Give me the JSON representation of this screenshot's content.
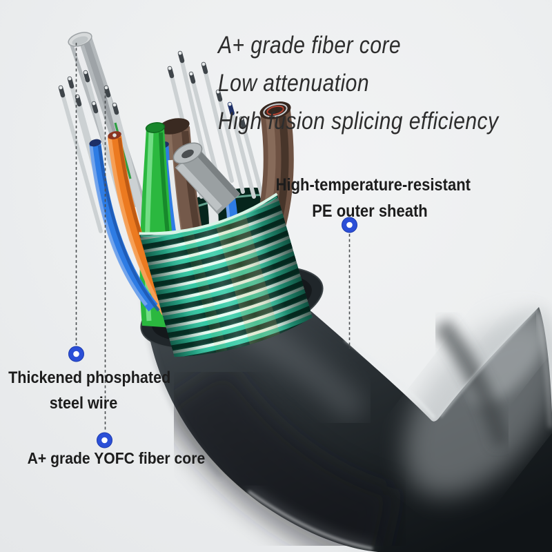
{
  "labels": {
    "features": [
      "A+ grade fiber core",
      "Low attenuation",
      "High fusion splicing efficiency"
    ],
    "pe": {
      "line1": "High-temperature-resistant",
      "line2": "PE outer sheath"
    },
    "steel": {
      "line1": "Thickened phosphated",
      "line2": "steel wire"
    },
    "fiber": {
      "line1": "A+ grade YOFC fiber core"
    }
  },
  "colors": {
    "background": "#edeff0",
    "text_dark": "#1c1c1c",
    "text_italic": "#2d2d2d",
    "marker_blue": "#2b4fd7",
    "leader": "#4a4e50",
    "sheath_black": "#1a1f23",
    "armor_teal": "#2fc7a2",
    "armor_mint": "#e4fcf2",
    "armor_dark": "#0b4437",
    "tube_green": "#2bb83f",
    "tube_blue": "#2e7ce4",
    "tube_orange": "#ec7a20",
    "tube_brown": "#74594a",
    "steel_silver": "#c2c7ca",
    "loose_tube_gray": "#9aa0a2"
  }
}
